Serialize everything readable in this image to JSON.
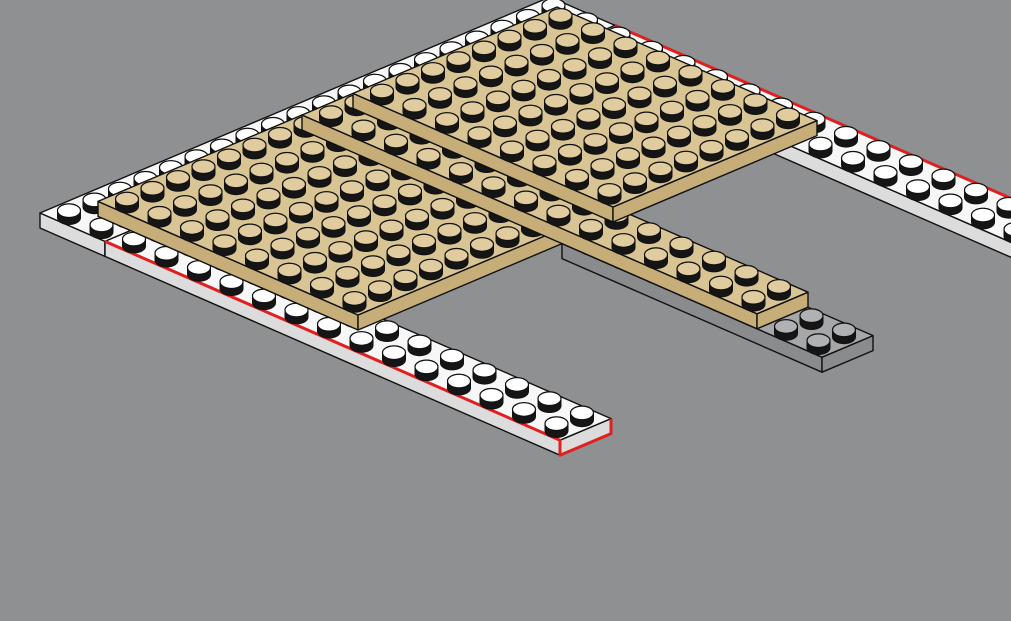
{
  "scene": {
    "background": "#8e9091",
    "outline": "#111111",
    "highlight": "#e02020"
  },
  "plates": [
    {
      "name": "white-plate-back-rail",
      "color": "white",
      "studs": [
        2,
        20
      ],
      "highlighted": false
    },
    {
      "name": "white-plate-left-rail",
      "color": "white",
      "studs": [
        2,
        14
      ],
      "highlighted": true
    },
    {
      "name": "white-plate-right-rail",
      "color": "white",
      "studs": [
        2,
        14
      ],
      "highlighted": true
    },
    {
      "name": "gray-plate-lower",
      "color": "gray",
      "studs": [
        2,
        8
      ],
      "highlighted": false
    },
    {
      "name": "tan-plate-left",
      "color": "tan",
      "studs": [
        8,
        8
      ],
      "highlighted": false
    },
    {
      "name": "tan-plate-center",
      "color": "tan",
      "studs": [
        2,
        14
      ],
      "highlighted": false
    },
    {
      "name": "tan-plate-right",
      "color": "tan",
      "studs": [
        8,
        8
      ],
      "highlighted": false
    }
  ],
  "colors": {
    "white": {
      "top": "#f7f7f7",
      "side": "#dcdcdc",
      "stud": "#ffffff",
      "studSide": "#d0d0d0"
    },
    "tan": {
      "top": "#d9c494",
      "side": "#c7ae78",
      "stud": "#e0cc9e",
      "studSide": "#b59b65"
    },
    "gray": {
      "top": "#a6a7a8",
      "side": "#8a8b8c",
      "stud": "#b0b1b2",
      "studSide": "#7d7e7f"
    }
  }
}
